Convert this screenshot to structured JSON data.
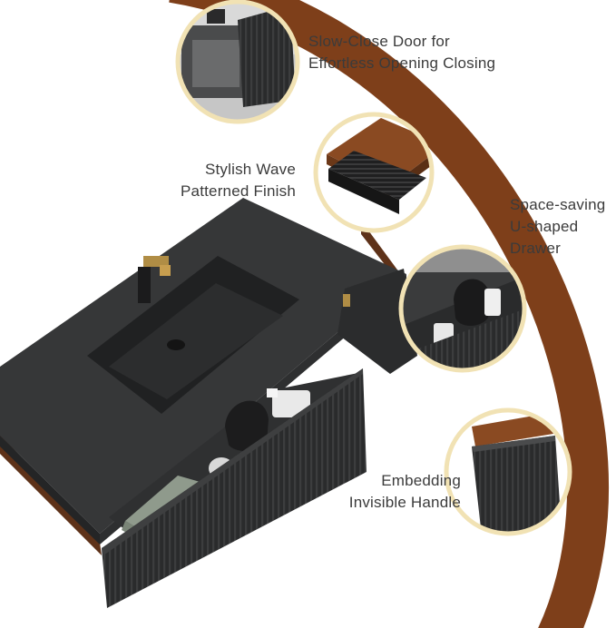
{
  "colors": {
    "arc": "#7e3f1a",
    "circle_border": "#f1e2b4",
    "cabinet_black": "#2c2d2e",
    "walnut": "#6b3a1e",
    "text": "#3b3b3b"
  },
  "features": [
    {
      "id": "slow-close",
      "icon": "slow-close-door-detail",
      "lines": [
        "Slow-Close Door for",
        "Effortless Opening Closing"
      ]
    },
    {
      "id": "wave",
      "icon": "wave-pattern-detail",
      "lines": [
        "Stylish Wave",
        "Patterned Finish"
      ]
    },
    {
      "id": "u-drawer",
      "icon": "u-shaped-drawer-detail",
      "lines": [
        "Space-saving",
        "U-shaped",
        "Drawer"
      ]
    },
    {
      "id": "handle",
      "icon": "invisible-handle-detail",
      "lines": [
        "Embedding",
        "Invisible Handle"
      ]
    }
  ]
}
